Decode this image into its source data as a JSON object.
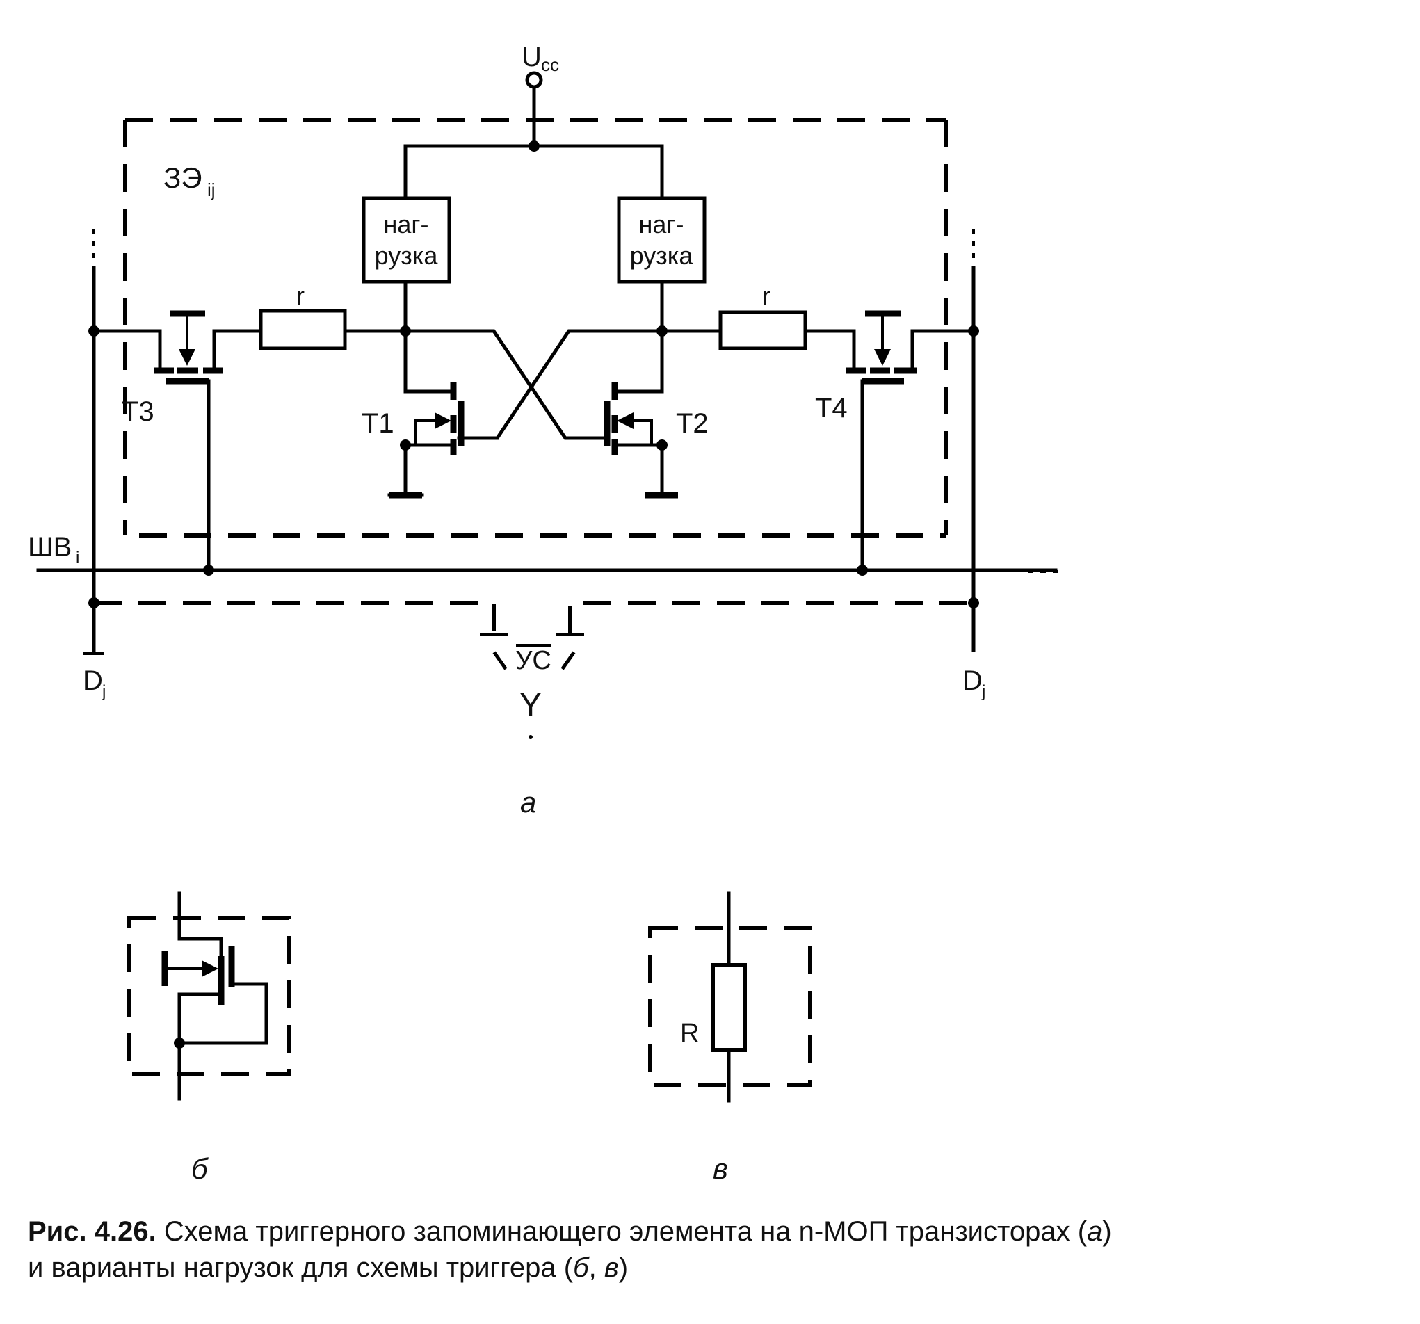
{
  "diagram_a": {
    "supply": "U",
    "supply_sub": "cc",
    "cell": "ЗЭ",
    "cell_sub": "ij",
    "load_left": [
      "наг-",
      "рузка"
    ],
    "load_right": [
      "наг-",
      "рузка"
    ],
    "r_left": "r",
    "r_right": "r",
    "t1": "T1",
    "t2": "T2",
    "t3": "T3",
    "t4": "T4",
    "word_line": "ШВ",
    "word_line_sub": "i",
    "bit_bar": "D",
    "bit_bar_sub": "j",
    "bit": "D",
    "bit_sub": "j",
    "amp": "УС",
    "out": "Y",
    "panel_label": "а"
  },
  "diagram_b": {
    "panel_label": "б"
  },
  "diagram_c": {
    "resistor": "R",
    "panel_label": "в"
  },
  "caption": {
    "number": "Рис. 4.26.",
    "text": " Схема триггерного запоминающего элемента на n-МОП транзисторах (",
    "a": "а",
    "text2": ")",
    "line2": "и варианты нагрузок для схемы триггера (",
    "b": "б",
    "sep": ", ",
    "c": "в",
    "end": ")"
  }
}
